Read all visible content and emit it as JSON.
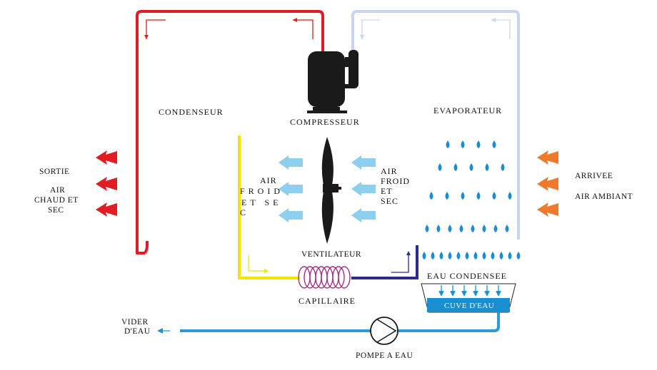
{
  "labels": {
    "condenser": "CONDENSEUR",
    "compressor": "COMPRESSEUR",
    "evaporator": "EVAPORATEUR",
    "exit": "SORTIE",
    "hot_air_1": "AIR",
    "hot_air_2": "CHAUD ET",
    "hot_air_3": "SEC",
    "cold_left_1": "AIR",
    "cold_left_2": "FROID",
    "cold_left_3": "ET SE",
    "cold_left_4": "C",
    "cold_right_1": "AIR",
    "cold_right_2": "FROID",
    "cold_right_3": "ET",
    "cold_right_4": "SEC",
    "inlet": "ARRIVEE",
    "ambient_air": "AIR AMBIANT",
    "fan": "VENTILATEUR",
    "capillary": "CAPILLAIRE",
    "condensed_water": "EAU CONDENSEE",
    "water_tank": "CUVE D'EAU",
    "drain_1": "VIDER",
    "drain_2": "D'EAU",
    "pump": "POMPE A EAU"
  },
  "colors": {
    "hot_pipe": "#e31b23",
    "cold_pipe": "#c9d5ee",
    "yellow_pipe": "#f5e400",
    "navy_pipe": "#2c2a8c",
    "capillary_coil": "#a0317f",
    "water": "#1a8fd0",
    "water_line": "#2a9bd8",
    "cold_air_arrow": "#8ccfee",
    "ambient_arrow": "#f07a2a",
    "compressor": "#1a1a1a"
  },
  "icons": {
    "compressor": "compressor-icon",
    "fan": "fan-blade-icon",
    "pump": "pump-icon",
    "drop": "water-drop-icon"
  }
}
